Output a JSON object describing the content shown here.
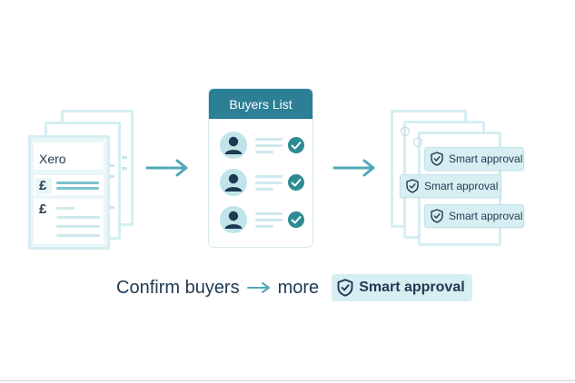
{
  "left_panel": {
    "doc_title": "Xero",
    "currency_symbol": "£"
  },
  "buyers_card": {
    "title": "Buyers List",
    "rows": 3
  },
  "right_panel": {
    "tag_label": "Smart approval"
  },
  "caption": {
    "lead": "Confirm buyers",
    "middle": "more",
    "badge": "Smart approval"
  },
  "colors": {
    "header": "#2d7f96",
    "accent": "#2d8c92",
    "teal_light": "#d7eef2",
    "arrow": "#4fa9b8",
    "navy": "#1e3a52"
  }
}
